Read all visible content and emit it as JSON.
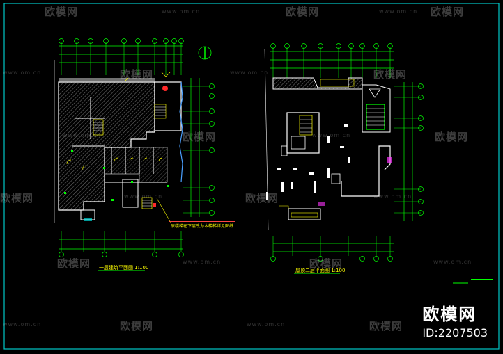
{
  "watermark": {
    "brand": "欧模网",
    "url": "www.om.cn"
  },
  "brand_block": {
    "name": "欧模网",
    "id": "ID:2207503"
  },
  "plans": [
    {
      "title": "一层建筑平面图 1:100"
    },
    {
      "title": "屋顶二层平面图 1:100"
    }
  ],
  "annotation": {
    "text": "原楼梯在下层改为木楼梯详见图纸"
  },
  "colors": {
    "frame": "#00c8c8",
    "grid": "#00ff00",
    "wall": "#ffffff",
    "dim": "#00ff00",
    "text": "#ffff00",
    "accent": "#ff3333",
    "room": "#00ffff"
  }
}
